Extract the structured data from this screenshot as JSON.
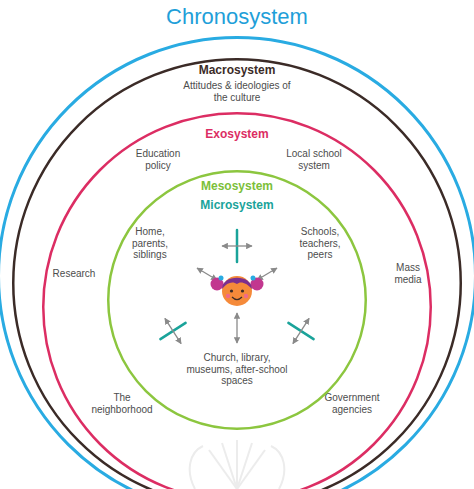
{
  "diagram": {
    "nodes": [
      {
        "text": [
          "Chronosystem"
        ]
      },
      {
        "text": [
          "Macrosystem",
          "Attitudes & ideologies of the culture"
        ],
        "in": 0
      },
      {
        "text": [
          "Exosystem",
          "Education policy",
          "Local school system",
          "Research",
          "Mass media",
          "The neighborhood",
          "Government agencies"
        ],
        "in": 1
      },
      {
        "text": [
          "Mesosystem",
          "Microsystem",
          "Home, parents, siblings",
          "Schools, teachers, peers",
          "Church, library, museums, after-school spaces"
        ],
        "in": 2
      }
    ]
  }
}
